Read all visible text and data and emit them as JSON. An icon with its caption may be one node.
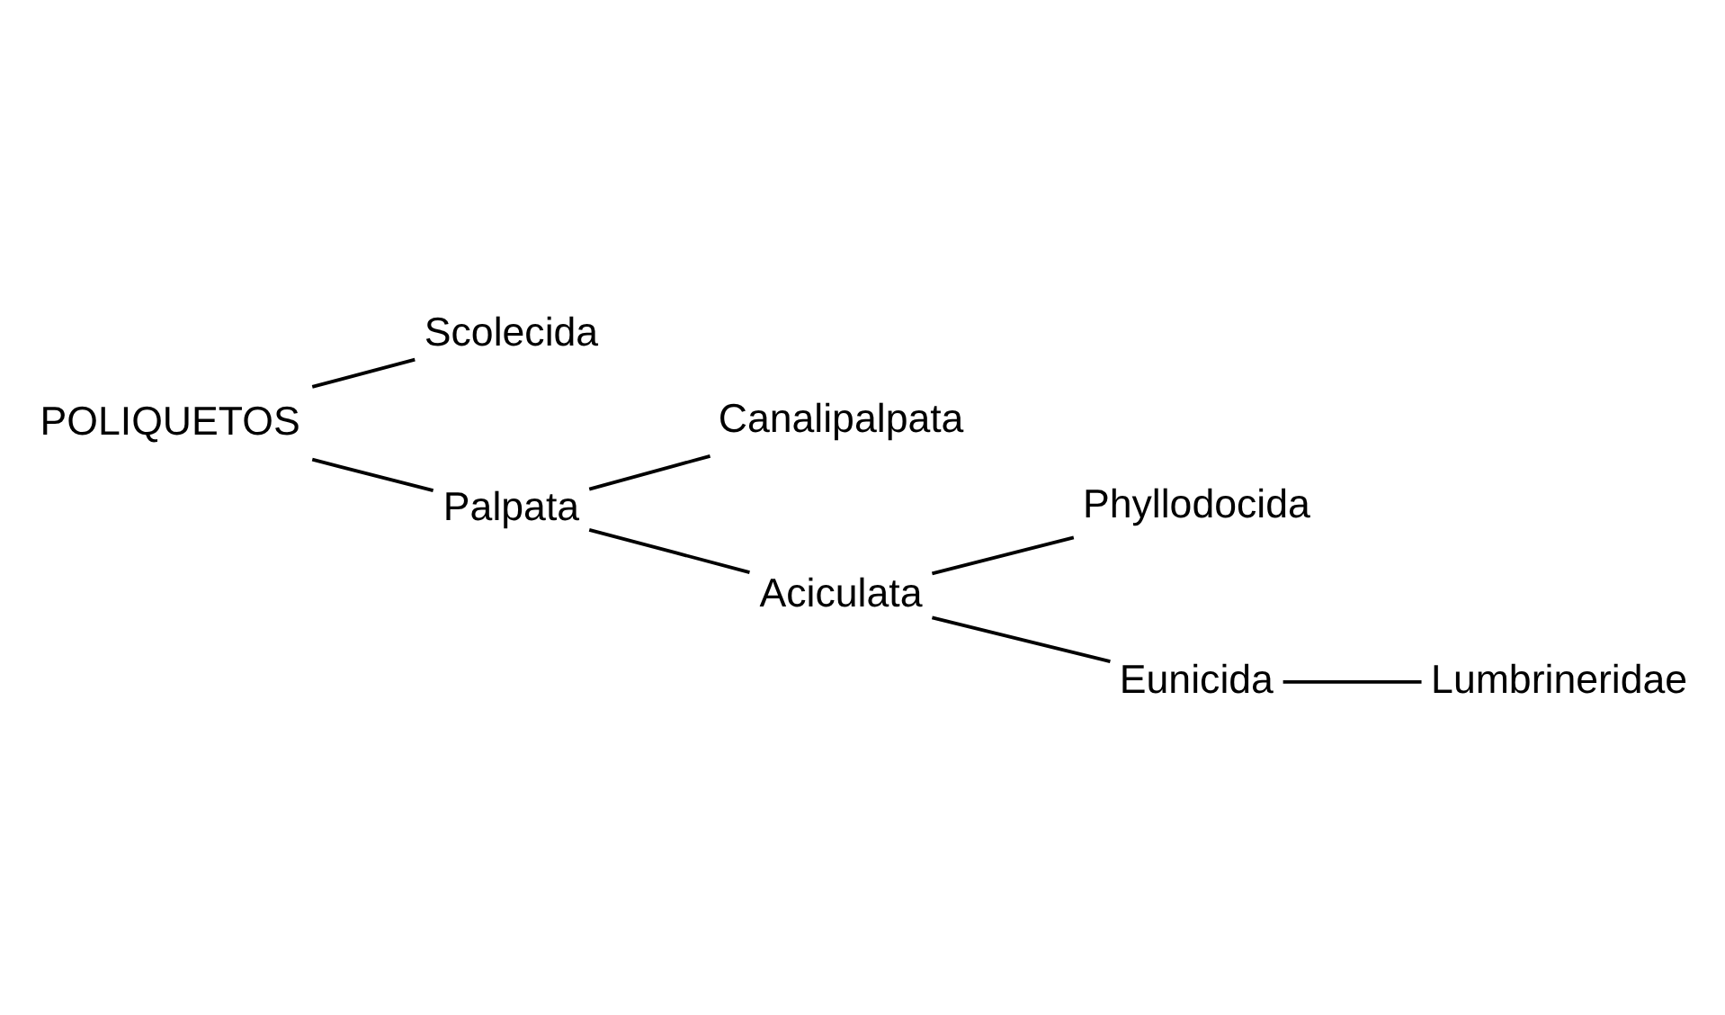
{
  "diagram": {
    "nodes": [
      {
        "text": [
          "POLIQUETOS"
        ]
      },
      {
        "text": [
          "Scolecida"
        ]
      },
      {
        "text": [
          "Palpata"
        ]
      },
      {
        "text": [
          "Canalipalpata"
        ]
      },
      {
        "text": [
          "Aciculata"
        ]
      },
      {
        "text": [
          "Phyllodocida"
        ]
      },
      {
        "text": [
          "Eunicida"
        ]
      },
      {
        "text": [
          "Lumbrineridae"
        ]
      }
    ],
    "edges": [
      {
        "from": 0,
        "to": 1,
        "arrow": "none"
      },
      {
        "from": 0,
        "to": 2,
        "arrow": "none"
      },
      {
        "from": 2,
        "to": 3,
        "arrow": "none"
      },
      {
        "from": 2,
        "to": 4,
        "arrow": "none"
      },
      {
        "from": 4,
        "to": 5,
        "arrow": "none"
      },
      {
        "from": 4,
        "to": 6,
        "arrow": "none"
      },
      {
        "from": 6,
        "to": 7,
        "arrow": "none"
      }
    ]
  }
}
